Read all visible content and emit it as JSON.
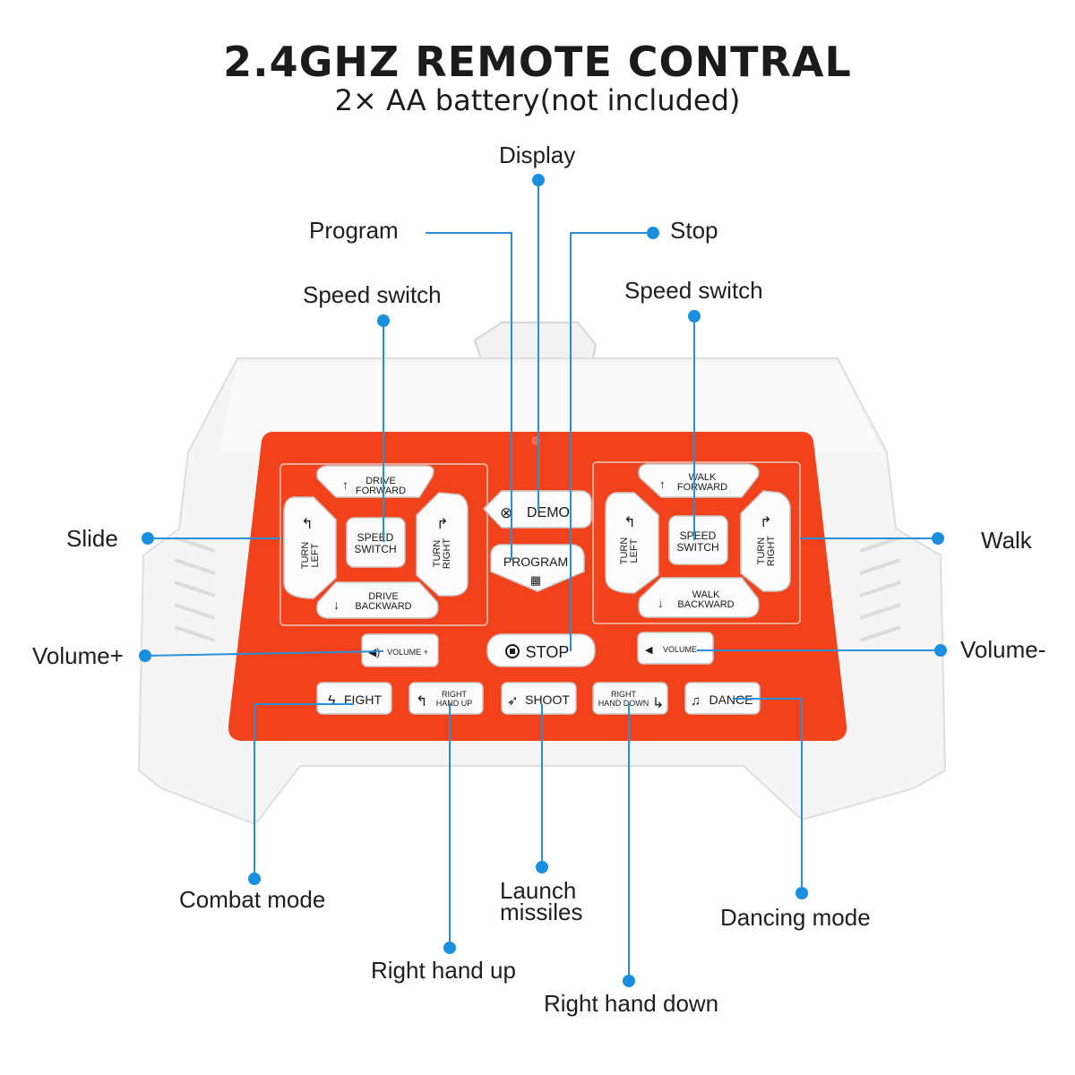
{
  "header": {
    "title": "2.4GHZ REMOTE CONTRAL",
    "subtitle": "2× AA battery(not included)"
  },
  "callouts": {
    "display": "Display",
    "program": "Program",
    "stop": "Stop",
    "speed_switch_left": "Speed switch",
    "speed_switch_right": "Speed switch",
    "slide": "Slide",
    "walk": "Walk",
    "volume_plus": "Volume+",
    "volume_minus": "Volume-",
    "combat_mode": "Combat mode",
    "launch_missiles_1": "Launch",
    "launch_missiles_2": "missiles",
    "dancing_mode": "Dancing mode",
    "right_hand_up": "Right hand up",
    "right_hand_down": "Right hand down"
  },
  "buttons": {
    "drive_forward_1": "DRIVE",
    "drive_forward_2": "FORWARD",
    "drive_backward_1": "DRIVE",
    "drive_backward_2": "BACKWARD",
    "turn_left_1": "TURN",
    "turn_left_2": "LEFT",
    "turn_right_1": "TURN",
    "turn_right_2": "RIGHT",
    "speed_switch_1": "SPEED",
    "speed_switch_2": "SWITCH",
    "walk_forward_1": "WALK",
    "walk_forward_2": "FORWARD",
    "walk_backward_1": "WALK",
    "walk_backward_2": "BACKWARD",
    "demo": "DEMO",
    "program": "PROGRAM",
    "stop": "STOP",
    "volume_plus": "VOLUME +",
    "volume_minus": "VOLUME",
    "fight": "FIGHT",
    "right_hand_up_1": "RIGHT",
    "right_hand_up_2": "HAND UP",
    "shoot": "SHOOT",
    "right_hand_down_1": "RIGHT",
    "right_hand_down_2": "HAND DOWN",
    "dance": "DANCE"
  },
  "colors": {
    "panel": "#f2421c",
    "body": "#f4f4f4",
    "leader": "#2a8fd8",
    "dot": "#1a8fe0"
  }
}
